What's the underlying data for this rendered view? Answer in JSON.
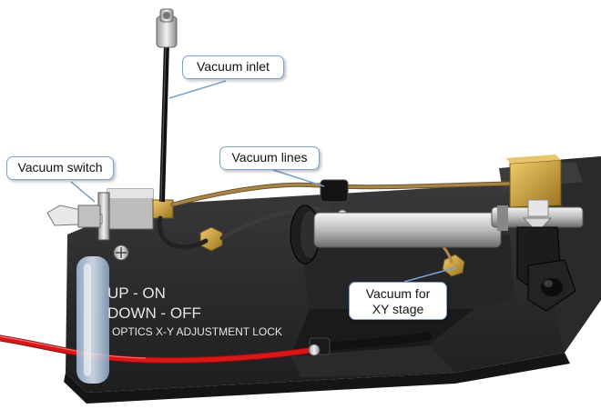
{
  "callouts": {
    "vacuum_inlet": "Vacuum inlet",
    "vacuum_lines": "Vacuum lines",
    "vacuum_switch": "Vacuum switch",
    "vacuum_xy_line1": "Vacuum for",
    "vacuum_xy_line2": "XY stage"
  },
  "panel_labels": {
    "up_on": "UP - ON",
    "down_off": "DOWN - OFF",
    "lock": "OPTICS X-Y ADJUSTMENT LOCK"
  },
  "colors": {
    "callout_border": "#7ea1cf",
    "leader_line": "#7ea1cf",
    "base_plate": "#2e2e30",
    "brass": "#c8a040",
    "red_cable": "#d81818",
    "tan_tube": "#a8854a"
  }
}
